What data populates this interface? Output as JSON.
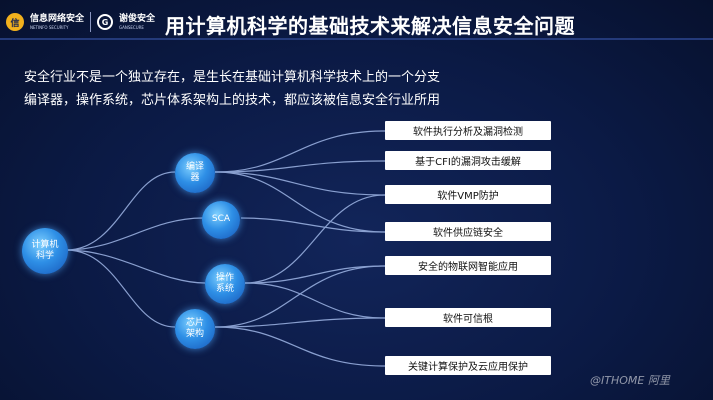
{
  "header": {
    "logo1": {
      "badge": "信",
      "name_cn": "信息网络安全",
      "name_en": "NETINFO SECURITY"
    },
    "logo2": {
      "badge": "G",
      "name_cn": "谢俊安全",
      "name_en": "GANSECURE"
    },
    "title": "用计算机科学的基础技术来解决信息安全问题"
  },
  "intro": {
    "line1": "安全行业不是一个独立存在，是生长在基础计算机科学技术上的一个分支",
    "line2": "编译器，操作系统，芯片体系架构上的技术，都应该被信息安全行业所用"
  },
  "mindmap": {
    "root": "计算机\n科学",
    "branches": [
      {
        "label": "编译\n器"
      },
      {
        "label": "SCA"
      },
      {
        "label": "操作\n系统"
      },
      {
        "label": "芯片\n架构"
      }
    ],
    "leaves": [
      "软件执行分析及漏洞检测",
      "基于CFI的漏洞攻击缓解",
      "软件VMP防护",
      "软件供应链安全",
      "安全的物联网智能应用",
      "软件可信根",
      "关键计算保护及云应用保护"
    ]
  },
  "watermark": "@ITHOME  阿里"
}
